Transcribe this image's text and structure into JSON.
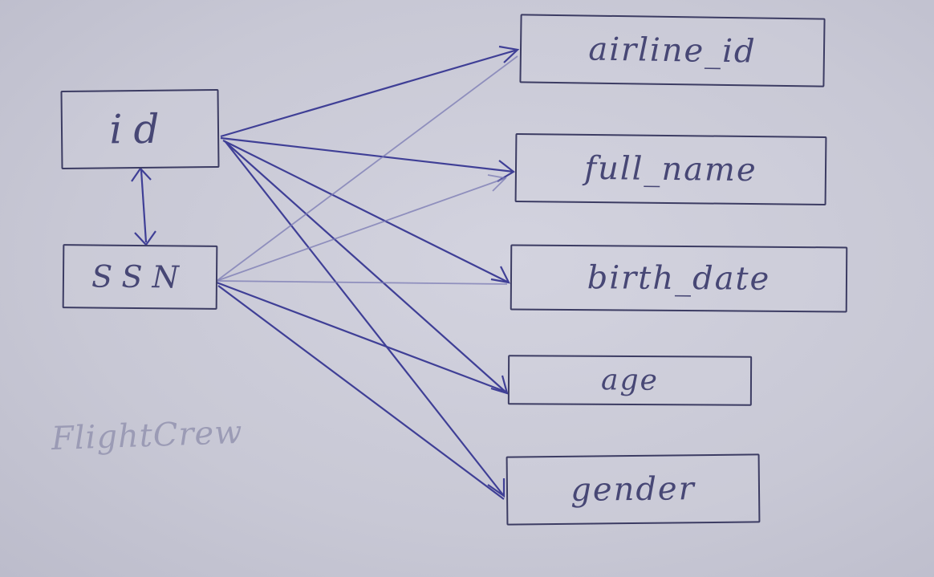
{
  "diagram": {
    "title": "FlightCrew",
    "nodes": [
      {
        "id": "id",
        "label": "id"
      },
      {
        "id": "ssn",
        "label": "SSN"
      },
      {
        "id": "airline_id",
        "label": "airline_id"
      },
      {
        "id": "full_name",
        "label": "full_name"
      },
      {
        "id": "birth_date",
        "label": "birth_date"
      },
      {
        "id": "age",
        "label": "age"
      },
      {
        "id": "gender",
        "label": "gender"
      }
    ],
    "edges": [
      {
        "from": "id",
        "to": "ssn",
        "bidirectional": true
      },
      {
        "from": "id",
        "to": "airline_id"
      },
      {
        "from": "id",
        "to": "full_name"
      },
      {
        "from": "id",
        "to": "birth_date"
      },
      {
        "from": "id",
        "to": "age"
      },
      {
        "from": "id",
        "to": "gender"
      },
      {
        "from": "ssn",
        "to": "airline_id"
      },
      {
        "from": "ssn",
        "to": "full_name"
      },
      {
        "from": "ssn",
        "to": "birth_date"
      },
      {
        "from": "ssn",
        "to": "age"
      },
      {
        "from": "ssn",
        "to": "gender"
      }
    ]
  },
  "colors": {
    "ink_dark": "#3f3f96",
    "ink_light": "#7a7ab3",
    "paper": "#c9c9d6"
  }
}
